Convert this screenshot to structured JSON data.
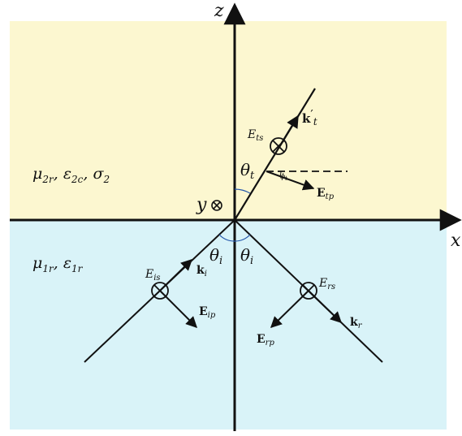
{
  "regions": {
    "upper_medium": {
      "mu": "μ",
      "mu_sub": "2r",
      "eps": "ε",
      "eps_sub": "2c",
      "sigma": "σ",
      "sigma_sub": "2",
      "fill": "#fcf7d0"
    },
    "lower_medium": {
      "mu": "μ",
      "mu_sub": "1r",
      "eps": "ε",
      "eps_sub": "1r",
      "fill": "#d9f3f8"
    }
  },
  "axes": {
    "z_label": "z",
    "x_label": "x",
    "y_symbol": "y"
  },
  "angles": {
    "theta": "θ",
    "theta_t_sub": "t",
    "theta_i_sub": "i",
    "phi": "ϕ",
    "phi_t_sub": "t"
  },
  "vectors": {
    "k": "k",
    "E": "E",
    "kt_prime": "′",
    "kt_sub": "t",
    "ki_sub": "i",
    "kr_sub": "r",
    "Etp_sub": "tp",
    "Eip_sub": "ip",
    "Erp_sub": "rp"
  },
  "fields": {
    "E": "E",
    "Ets_sub": "ts",
    "Eis_sub": "is",
    "Ers_sub": "rs"
  },
  "colors": {
    "line": "#111111",
    "arc": "#2255aa"
  }
}
